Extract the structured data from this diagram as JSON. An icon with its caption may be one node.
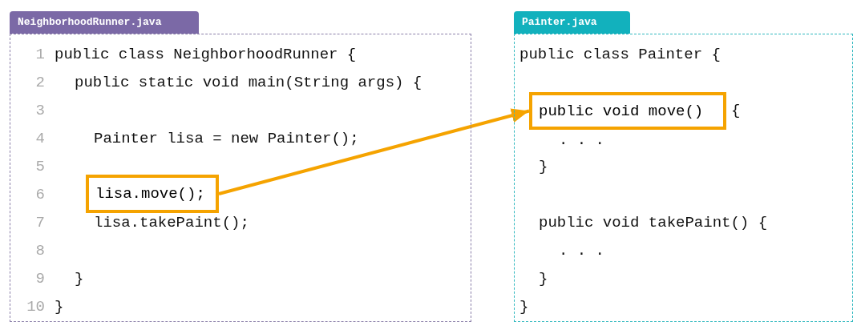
{
  "diagram": {
    "nodes": [
      {
        "text": [
          "NeighborhoodRunner.java"
        ]
      },
      {
        "text": [
          "lisa.move();"
        ],
        "in": 0
      },
      {
        "text": [
          "Painter.java"
        ]
      },
      {
        "text": [
          "public void move()"
        ],
        "in": 2
      }
    ],
    "edges": [
      {
        "from": 1,
        "to": 3,
        "arrow": "to",
        "color": "#f5a300"
      }
    ],
    "labels": [
      "1",
      "public class NeighborhoodRunner {",
      "2",
      "public static void main(String args) {",
      "3",
      "4",
      "Painter lisa = new Painter();",
      "5",
      "6",
      "7",
      "lisa.takePaint();",
      "8",
      "9",
      "}",
      "10",
      "}",
      "public class Painter {",
      "{",
      ". . .",
      "}",
      "public void takePaint() {",
      ". . .",
      "}",
      "}"
    ]
  }
}
